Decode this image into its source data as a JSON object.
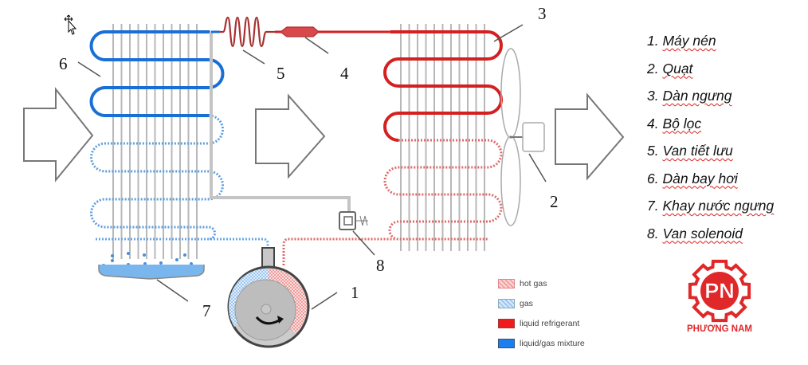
{
  "diagram": {
    "component_numbers": [
      "1",
      "2",
      "3",
      "4",
      "5",
      "6",
      "7",
      "8"
    ],
    "components": [
      {
        "number": "1",
        "label": "Máy nén"
      },
      {
        "number": "2",
        "label": "Quạt"
      },
      {
        "number": "3",
        "label": "Dàn ngưng"
      },
      {
        "number": "4",
        "label": "Bộ lọc"
      },
      {
        "number": "5",
        "label": "Van tiết lưu"
      },
      {
        "number": "6",
        "label": "Dàn bay hơi"
      },
      {
        "number": "7",
        "label": "Khay nước ngưng"
      },
      {
        "number": "8",
        "label": "Van solenoid"
      }
    ],
    "legend_items": [
      {
        "prefix": "1. ",
        "text": "Máy nén"
      },
      {
        "prefix": "2. ",
        "text": "Quạt"
      },
      {
        "prefix": "3. ",
        "text": "Dàn ngưng"
      },
      {
        "prefix": "4. ",
        "text": "Bộ lọc"
      },
      {
        "prefix": "5. ",
        "text": "Van tiết lưu"
      },
      {
        "prefix": "6. ",
        "text": "Dàn bay hơi"
      },
      {
        "prefix": "7. ",
        "text": "Khay nước ngưng"
      },
      {
        "prefix": "8. ",
        "text": "Van solenoid"
      }
    ],
    "key": [
      {
        "label": "hot gas",
        "color": "#f4a0a0",
        "style": "dotted"
      },
      {
        "label": "gas",
        "color": "#9cc6f2",
        "style": "dotted"
      },
      {
        "label": "liquid refrigerant",
        "color": "#ee1c1c",
        "style": "solid"
      },
      {
        "label": "liquid/gas mixture",
        "color": "#1c7ff0",
        "style": "solid"
      }
    ],
    "colors": {
      "liquid_refrigerant": "#d42020",
      "liquid_gas_mixture": "#1a6fd6",
      "hot_gas": "#e06a6a",
      "gas": "#5d9ee0",
      "capillary": "#a83030",
      "fin": "#b8b8b8",
      "brand": "#e0282a"
    }
  },
  "logo": {
    "initials": "PN",
    "name": "PHƯƠNG NAM"
  }
}
